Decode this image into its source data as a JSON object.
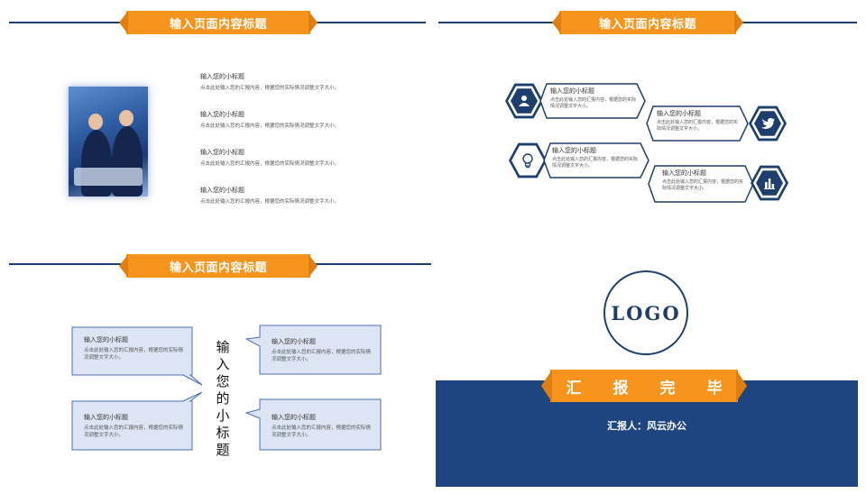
{
  "slides": {
    "slide1": {
      "banner": "输入页面内容标题",
      "items": [
        {
          "title": "输入您的小标题",
          "body": "点击此处输入您的汇报内容，根据您的实际情况调整文字大小。"
        },
        {
          "title": "输入您的小标题",
          "body": "点击此处输入您的汇报内容，根据您的实际情况调整文字大小。"
        },
        {
          "title": "输入您的小标题",
          "body": "点击此处输入您的汇报内容，根据您的实际情况调整文字大小。"
        },
        {
          "title": "输入您的小标题",
          "body": "点击此处输入您的汇报内容，根据您的实际情况调整文字大小。"
        }
      ]
    },
    "slide2": {
      "banner": "输入页面内容标题",
      "items": [
        {
          "title": "输入您的小标题",
          "body": "点击此处输入您的汇报内容，根据您的实际情况调整文字大小。",
          "icon": "users-icon"
        },
        {
          "title": "输入您的小标题",
          "body": "点击此处输入您的汇报内容，根据您的实际情况调整文字大小。",
          "icon": "twitter-icon"
        },
        {
          "title": "输入您的小标题",
          "body": "点击此处输入您的汇报内容，根据您的实际情况调整文字大小。",
          "icon": "lightbulb-icon"
        },
        {
          "title": "输入您的小标题",
          "body": "点击此处输入您的汇报内容，根据您的实际情况调整文字大小。",
          "icon": "bar-chart-icon"
        }
      ]
    },
    "slide3": {
      "banner": "输入页面内容标题",
      "vertical_title": "输入您的小标题",
      "items": [
        {
          "title": "输入您的小标题",
          "body": "点击此处输入您的汇报内容，根据您的实际情况调整文字大小。"
        },
        {
          "title": "输入您的小标题",
          "body": "点击此处输入您的汇报内容，根据您的实际情况调整文字大小。"
        },
        {
          "title": "输入您的小标题",
          "body": "点击此处输入您的汇报内容，根据您的实际情况调整文字大小。"
        },
        {
          "title": "输入您的小标题",
          "body": "点击此处输入您的汇报内容，根据您的实际情况调整文字大小。"
        }
      ]
    },
    "slide4": {
      "logo": "LOGO",
      "end_chars": [
        "汇",
        "报",
        "完",
        "毕"
      ],
      "reporter": "汇报人：风云办公"
    }
  },
  "colors": {
    "accent": "#f7941d",
    "navy": "#1e3f6e",
    "callout_fill": "#dde5f4",
    "callout_border": "#4a6db5"
  }
}
